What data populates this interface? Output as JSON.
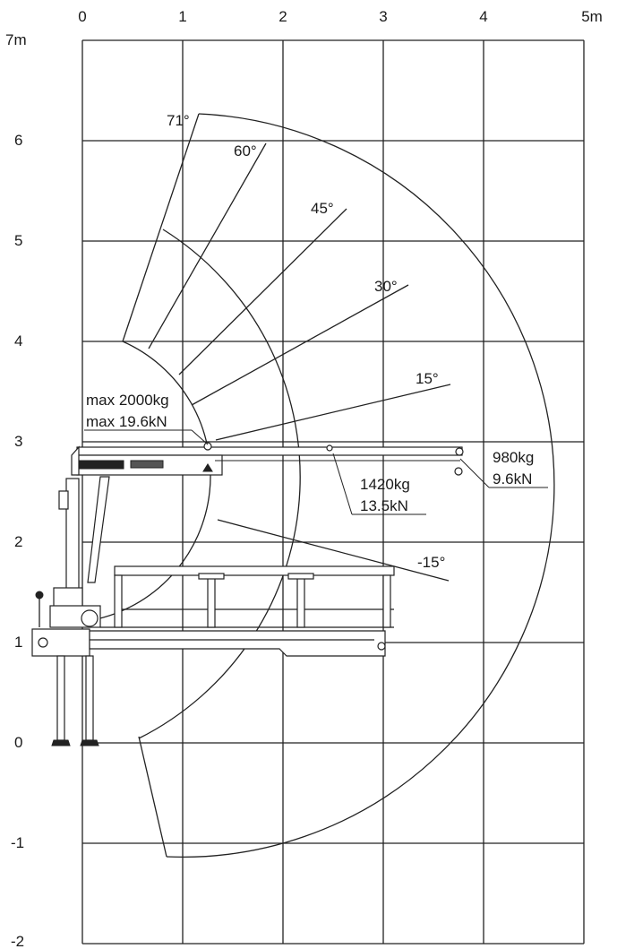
{
  "x_axis": {
    "ticks": [
      "0",
      "1",
      "2",
      "3",
      "4",
      "5m"
    ]
  },
  "y_axis": {
    "ticks": [
      "7m",
      "6",
      "5",
      "4",
      "3",
      "2",
      "1",
      "0",
      "-1",
      "-2"
    ]
  },
  "angles": [
    "71°",
    "60°",
    "45°",
    "30°",
    "15°",
    "-15°"
  ],
  "loads": {
    "inner_kg": "max 2000kg",
    "inner_kn": "max 19.6kN",
    "middle_kg": "1420kg",
    "middle_kn": "13.5kN",
    "outer_kg": "980kg",
    "outer_kn": "9.6kN"
  },
  "colors": {
    "ink": "#222222",
    "background": "#ffffff"
  }
}
